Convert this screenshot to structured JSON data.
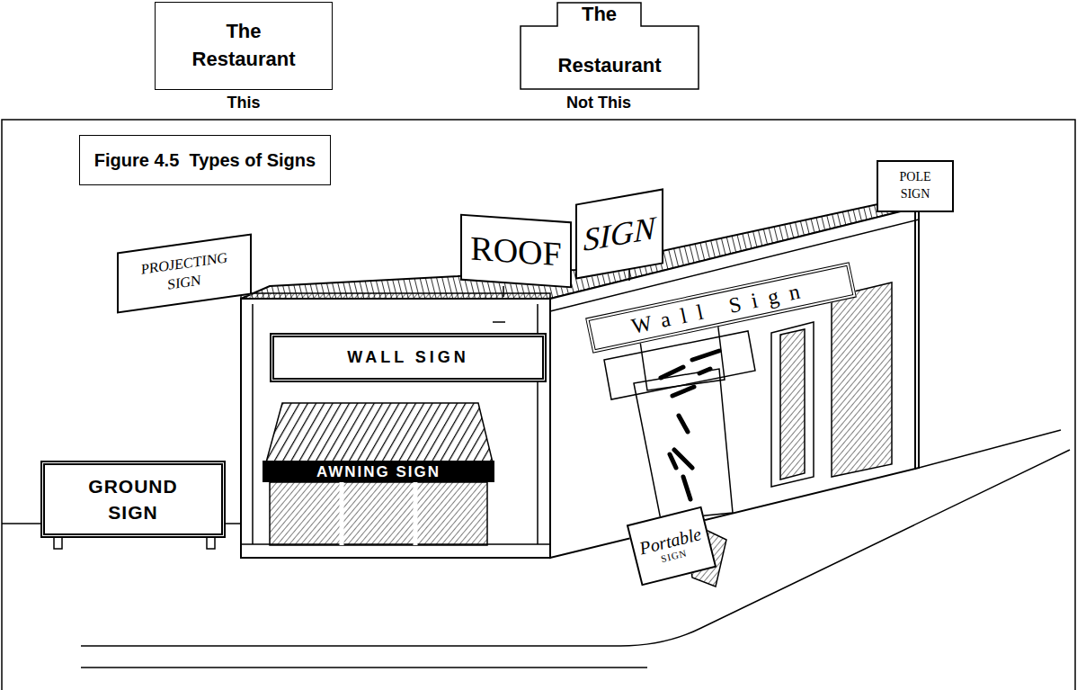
{
  "diagram": {
    "title": "Figure 4.5  Types of Signs",
    "nodes": [
      {
        "text": [
          "The Restaurant"
        ]
      },
      {
        "text": [
          "The",
          "Restaurant"
        ]
      },
      {
        "text": [
          "ROOF"
        ]
      },
      {
        "text": [
          "SIGN"
        ]
      },
      {
        "text": [
          "POLE SIGN"
        ]
      },
      {
        "text": [
          "PROJECTING SIGN"
        ]
      },
      {
        "text": [
          "WALL SIGN"
        ]
      },
      {
        "text": [
          "AWNING SIGN"
        ]
      },
      {
        "text": [
          "GROUND SIGN"
        ]
      },
      {
        "text": [
          "Wall Sign"
        ]
      },
      {
        "text": [
          "Portable",
          "SIGN"
        ]
      }
    ],
    "labels": [
      "This",
      "Not This"
    ]
  }
}
